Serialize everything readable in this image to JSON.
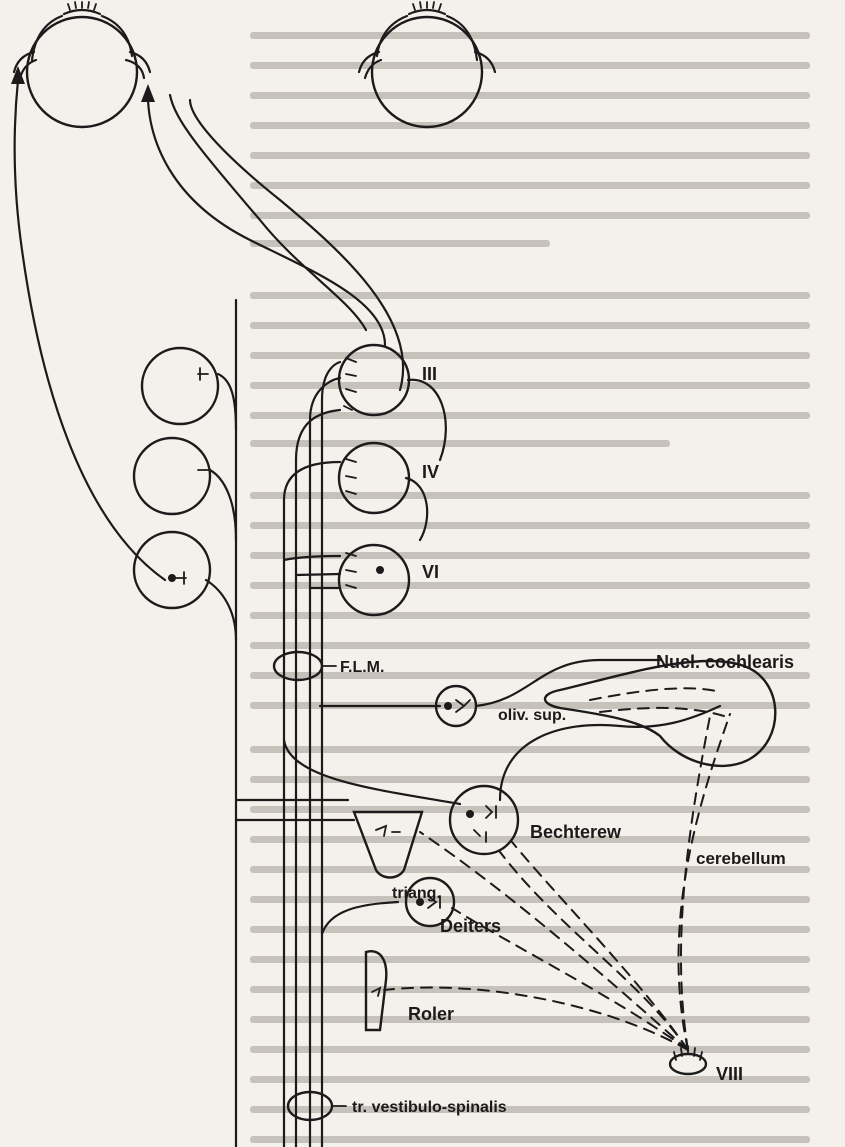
{
  "labels": {
    "III": "III",
    "IV": "IV",
    "VI": "VI",
    "flm": "F.L.M.",
    "nucl_cochlearis": "Nucl. cochlearis",
    "oliv_sup": "oliv. sup.",
    "bechterew": "Bechterew",
    "cerebellum": "cerebellum",
    "triang": "triang.",
    "deiters": "Deiters",
    "roler": "Roler",
    "VIII": "VIII",
    "tr_vestibulo_spinalis": "tr. vestibulo-spinalis"
  },
  "colors": {
    "ink": "#1b1b1b",
    "paper": "#f4f0eb",
    "showthrough": "#c6c1bb"
  }
}
